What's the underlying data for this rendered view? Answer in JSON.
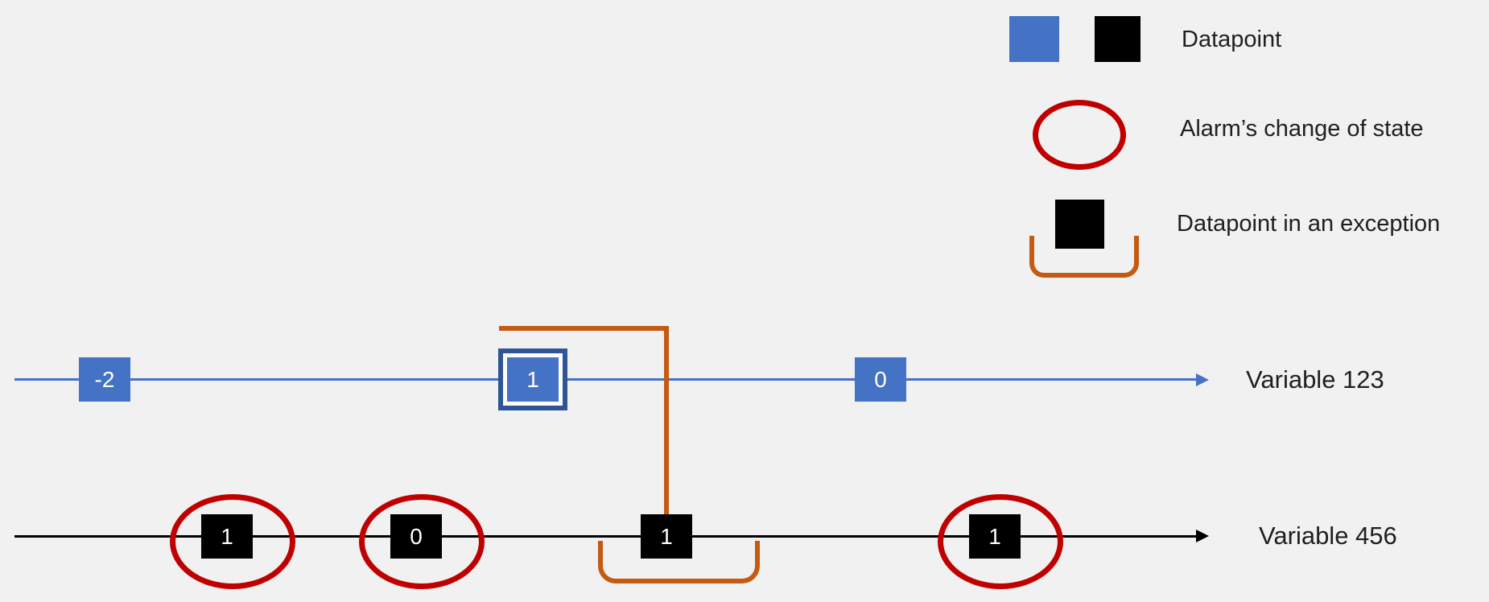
{
  "legend": {
    "items": [
      {
        "label": "Datapoint"
      },
      {
        "label": "Alarm’s change of state"
      },
      {
        "label": "Datapoint in an exception"
      }
    ]
  },
  "timelines": [
    {
      "label": "Variable 123",
      "points": [
        {
          "value": "-2"
        },
        {
          "value": "1"
        },
        {
          "value": "0"
        }
      ]
    },
    {
      "label": "Variable 456",
      "points": [
        {
          "value": "1"
        },
        {
          "value": "0"
        },
        {
          "value": "1"
        },
        {
          "value": "1"
        }
      ]
    }
  ],
  "colors": {
    "datapoint_blue": "#4472c4",
    "highlight_border_blue": "#2f5597",
    "datapoint_black": "#000000",
    "alarm_red": "#c00000",
    "exception_orange": "#c55a11",
    "background": "#f1f1f2"
  }
}
